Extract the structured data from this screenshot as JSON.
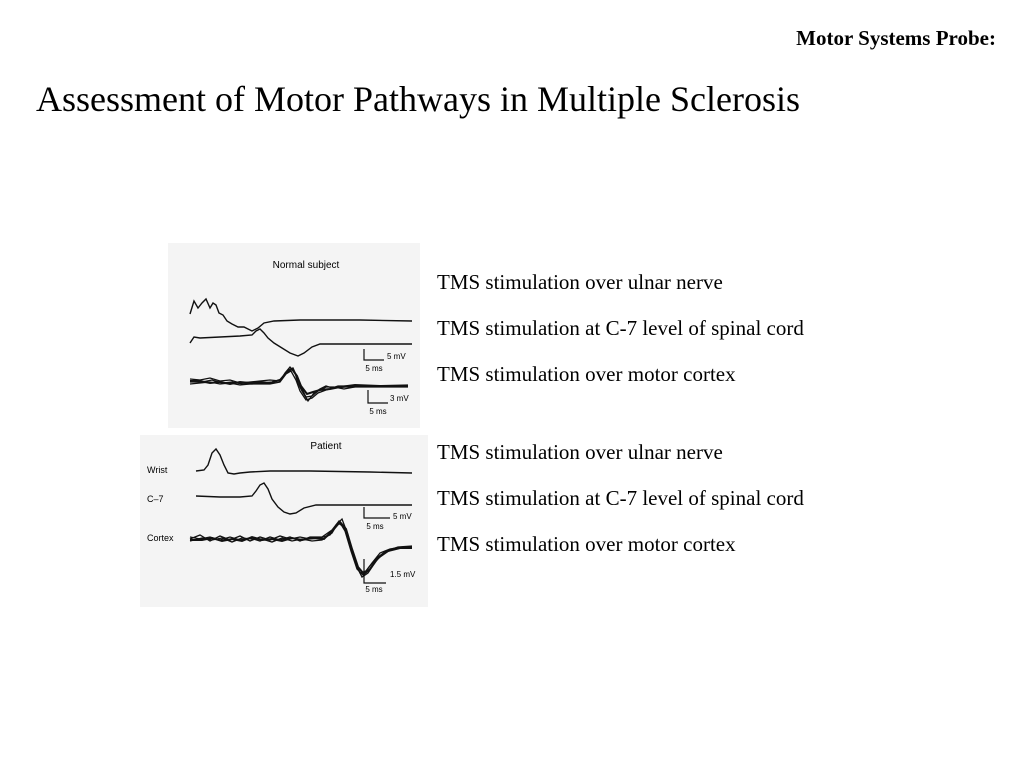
{
  "header": {
    "section_label": "Motor Systems Probe:"
  },
  "title": "Assessment of Motor Pathways in Multiple Sclerosis",
  "figure": {
    "normal": {
      "panel_title": "Normal subject",
      "scale_bar_1": {
        "amplitude": "5 mV",
        "time": "5 ms"
      },
      "scale_bar_2": {
        "amplitude": "3 mV",
        "time": "5 ms"
      }
    },
    "patient": {
      "panel_title": "Patient",
      "trace_labels": [
        "Wrist",
        "C–7",
        "Cortex"
      ],
      "scale_bar_1": {
        "amplitude": "5 mV",
        "time": "5 ms"
      },
      "scale_bar_2": {
        "amplitude": "1.5 mV",
        "time": "5 ms"
      }
    }
  },
  "descriptions": {
    "normal": [
      "TMS stimulation over ulnar nerve",
      "TMS stimulation at C-7 level of spinal cord",
      "TMS stimulation over motor cortex"
    ],
    "patient": [
      "TMS stimulation over ulnar nerve",
      "TMS stimulation at C-7 level of spinal cord",
      "TMS stimulation over motor cortex"
    ]
  },
  "colors": {
    "panel_background": "#f4f4f4",
    "trace": "#111111",
    "text": "#000000"
  }
}
